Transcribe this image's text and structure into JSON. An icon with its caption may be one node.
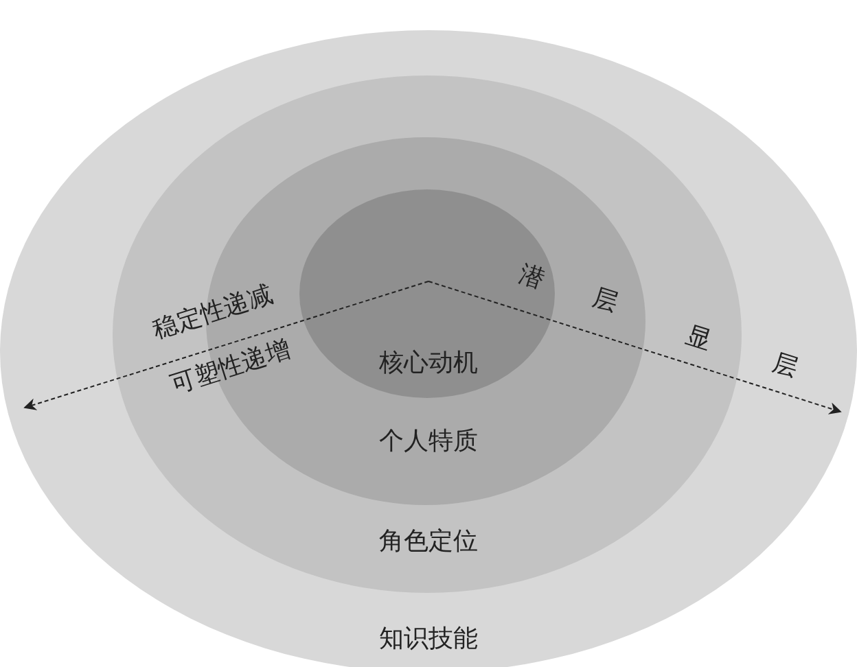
{
  "diagram": {
    "nodes": [
      {
        "text": [
          "知识技能"
        ]
      },
      {
        "text": [
          "角色定位"
        ],
        "in": 0
      },
      {
        "text": [
          "个人特质"
        ],
        "in": 1
      },
      {
        "text": [
          "核心动机"
        ],
        "in": 2
      }
    ],
    "labels": [
      "稳定性递减",
      "可塑性递增",
      "潜层",
      "显层"
    ]
  }
}
